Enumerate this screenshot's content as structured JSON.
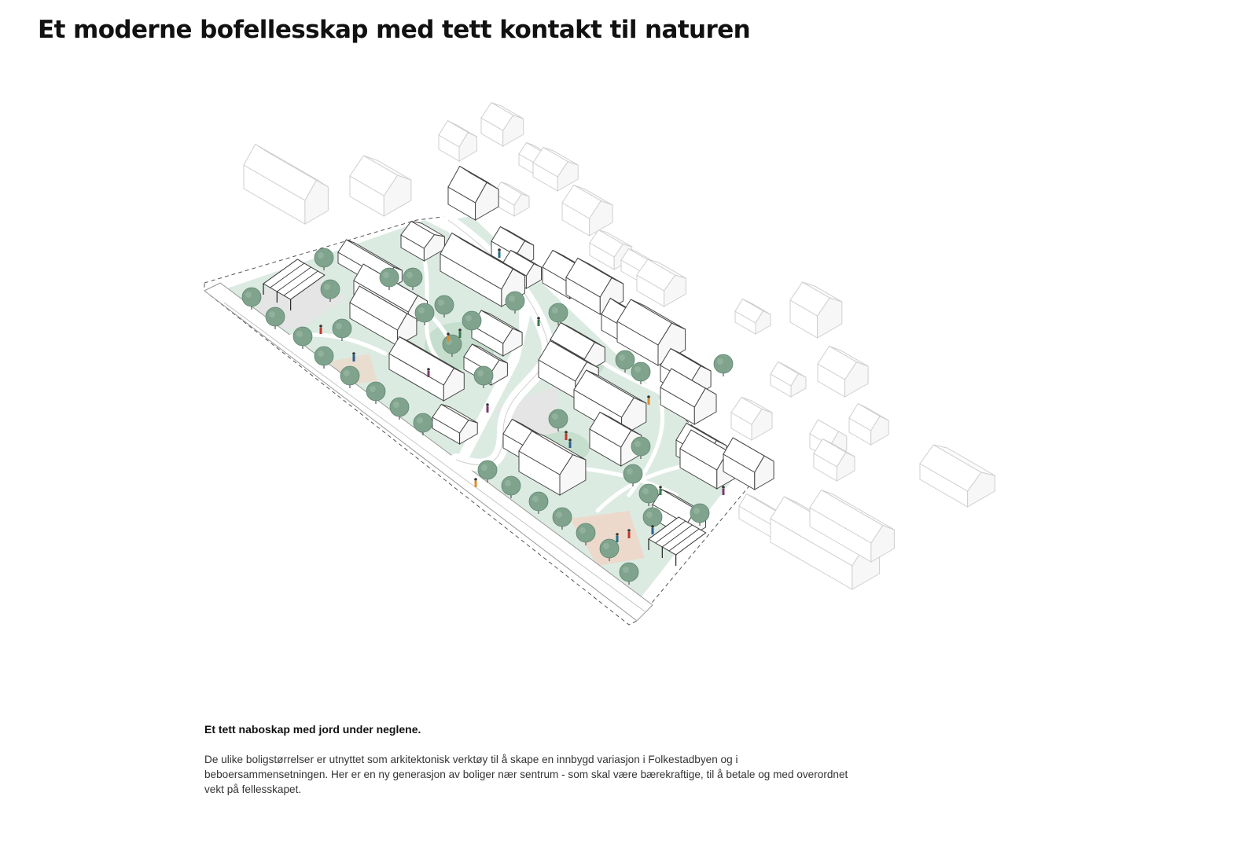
{
  "page": {
    "title": "Et moderne bofellesskap med tett kontakt til naturen"
  },
  "illustration": {
    "icon": "isometric-site-plan",
    "colors": {
      "green_area": "#dcebe2",
      "green_dark": "#bcd8c6",
      "tree": "#7fa38c",
      "tree_dark": "#5f8670",
      "path": "#ffffff",
      "building_stroke": "#444444",
      "context_stroke": "#cccccc",
      "plaza": "#ecd9cc",
      "pond": "#bcd3e0",
      "parking": "#e5e5e5"
    }
  },
  "caption": {
    "heading": "Et tett naboskap med jord under neglene.",
    "body": "De ulike boligstørrelser er utnyttet som arkitektonisk verktøy til å skape en innbygd variasjon i Folkestadbyen og i beboersammensetningen. Her er en ny generasjon av boliger nær sentrum - som skal være bærekraftige, til å betale og med overordnet vekt på fellesskapet."
  }
}
